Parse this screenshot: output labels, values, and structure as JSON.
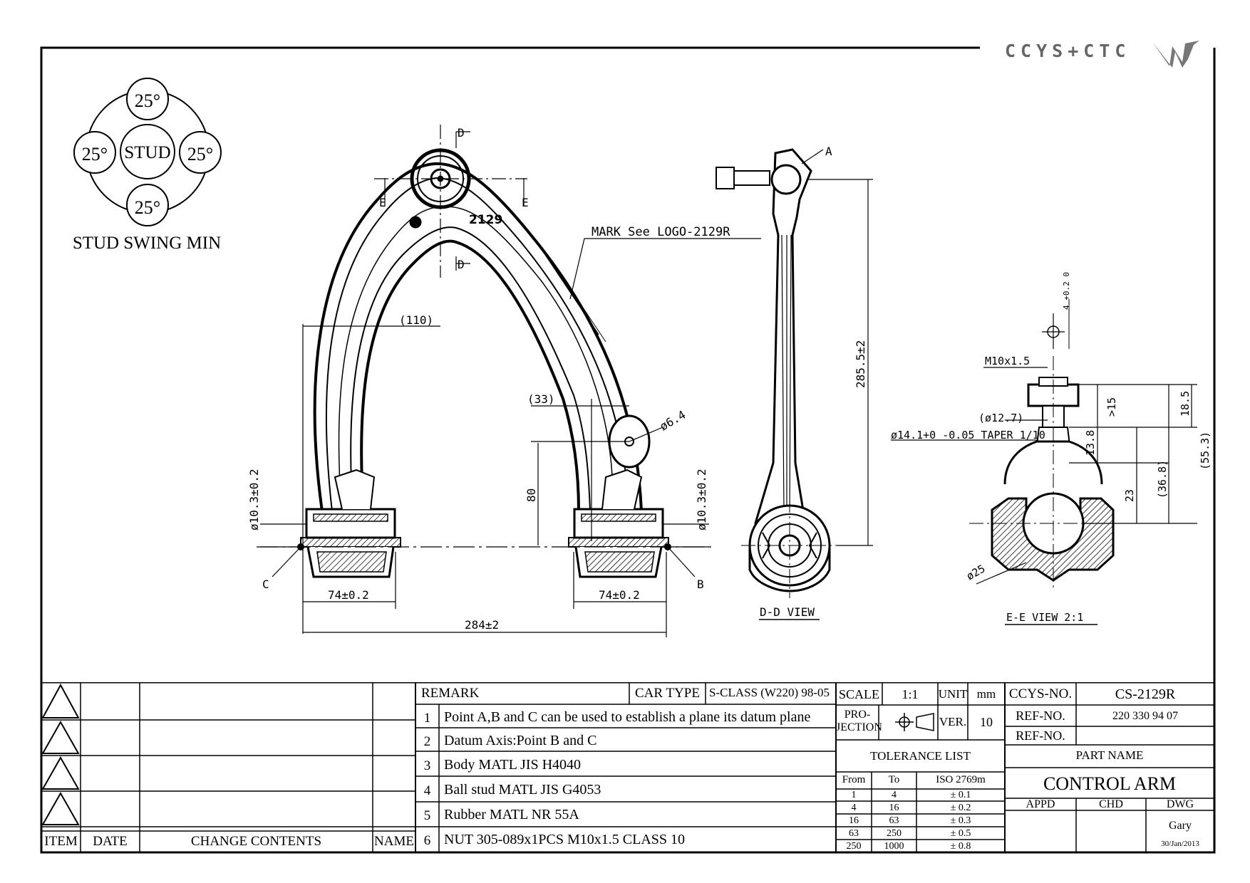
{
  "brand": {
    "logo_text": "CCYS+CTC"
  },
  "stud_swing": {
    "angles": [
      "25°",
      "25°",
      "25°",
      "25°"
    ],
    "center": "STUD",
    "caption": "STUD SWING MIN"
  },
  "drawing": {
    "part_mark": "2129",
    "mark_note": "MARK See LOGO-2129R",
    "section_d": "D",
    "section_e": "E",
    "point_a": "A",
    "point_b": "B",
    "point_c": "C",
    "dims": {
      "d110": "(110)",
      "d33": "(33)",
      "d80": "80",
      "phi64": "ø6.4",
      "phi103_left": "ø10.3±0.2",
      "phi103_right": "ø10.3±0.2",
      "w74_left": "74±0.2",
      "w74_right": "74±0.2",
      "w284": "284±2",
      "h2855": "285.5±2",
      "m10": "M10x1.5",
      "phi127": "(ø12.7)",
      "taper": "ø14.1+0 -0.05 TAPER 1/10",
      "d4": "4 +0.2 0",
      "d15": ">15",
      "d185": "18.5",
      "d138": "13.8",
      "d23": "23",
      "d368": "(36.8)",
      "d553": "(55.3)",
      "phi25": "ø25"
    },
    "view_dd": "D-D VIEW",
    "view_ee": "E-E VIEW 2:1"
  },
  "title_block": {
    "rev_headers": {
      "item": "ITEM",
      "date": "DATE",
      "change": "CHANGE CONTENTS",
      "name": "NAME"
    },
    "remark_label": "REMARK",
    "car_type_label": "CAR TYPE",
    "car_type": "S-CLASS (W220) 98-05",
    "remarks": [
      {
        "no": "1",
        "text": "Point A,B and C can be used to establish a plane its datum plane"
      },
      {
        "no": "2",
        "text": "Datum Axis:Point B and C"
      },
      {
        "no": "3",
        "text": "Body MATL JIS H4040"
      },
      {
        "no": "4",
        "text": "Ball stud MATL JIS G4053"
      },
      {
        "no": "5",
        "text": "Rubber MATL NR 55A"
      },
      {
        "no": "6",
        "text": "NUT 305-089x1PCS M10x1.5 CLASS 10"
      }
    ],
    "scale_label": "SCALE",
    "scale": "1:1",
    "unit_label": "UNIT",
    "unit": "mm",
    "projection_label_1": "PRO-",
    "projection_label_2": "JECTION",
    "ver_label": "VER.",
    "ver": "10",
    "tolerance_title": "TOLERANCE LIST",
    "tolerance_headers": {
      "from": "From",
      "to": "To",
      "iso": "ISO 2769m"
    },
    "tolerance_rows": [
      {
        "from": "1",
        "to": "4",
        "tol": "± 0.1"
      },
      {
        "from": "4",
        "to": "16",
        "tol": "± 0.2"
      },
      {
        "from": "16",
        "to": "63",
        "tol": "± 0.3"
      },
      {
        "from": "63",
        "to": "250",
        "tol": "± 0.5"
      },
      {
        "from": "250",
        "to": "1000",
        "tol": "± 0.8"
      }
    ],
    "ccys_no_label": "CCYS-NO.",
    "ccys_no": "CS-2129R",
    "ref_no_label_1": "REF-NO.",
    "ref_no_1": "220 330 94 07",
    "ref_no_label_2": "REF-NO.",
    "ref_no_2": "",
    "part_name_label": "PART NAME",
    "part_name": "CONTROL ARM",
    "appd_label": "APPD",
    "chd_label": "CHD",
    "dwg_label": "DWG",
    "drawn_by": "Gary",
    "date": "30/Jan/2013"
  }
}
